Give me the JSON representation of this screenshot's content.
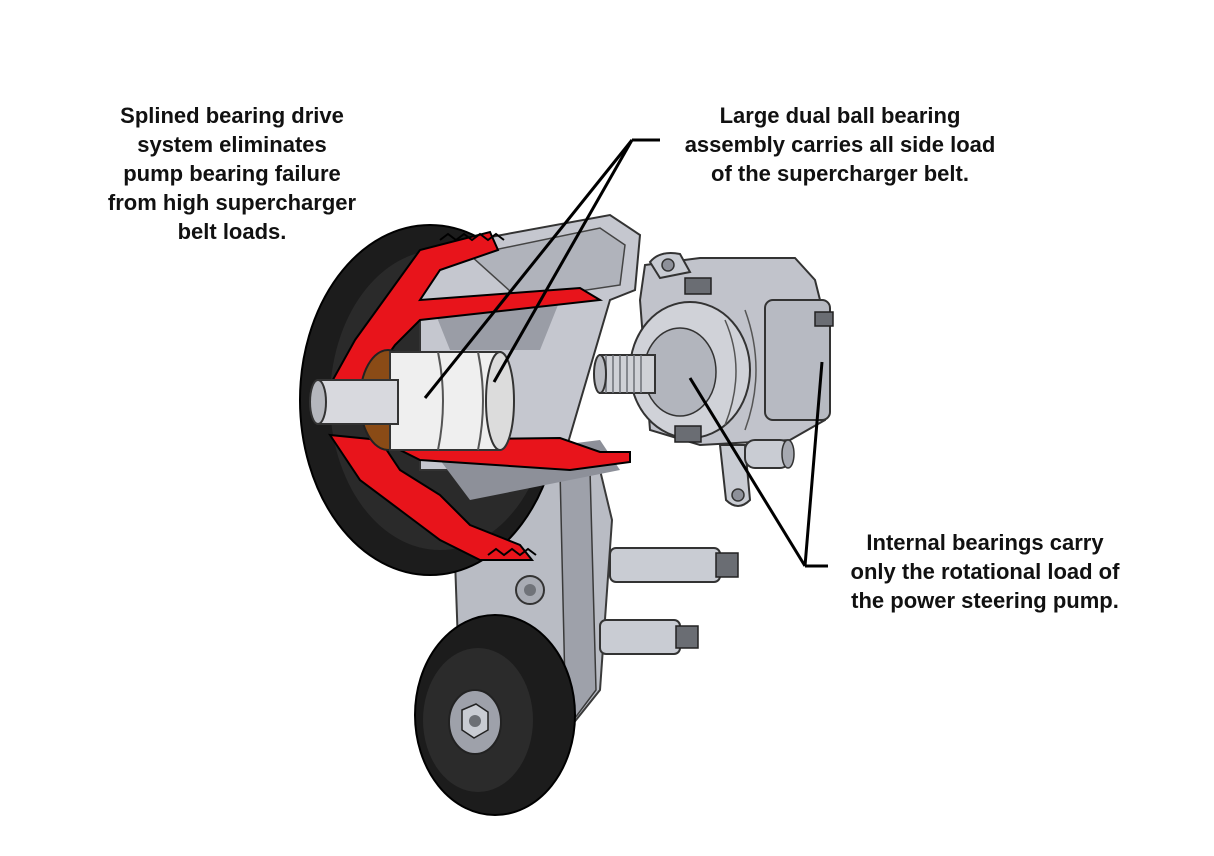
{
  "callouts": {
    "splined": {
      "lines": [
        "Splined bearing drive",
        "system eliminates",
        "pump bearing failure",
        "from high supercharger",
        "belt loads."
      ]
    },
    "dual_bearing": {
      "lines": [
        "Large dual ball bearing",
        "assembly carries all side load",
        "of the supercharger belt."
      ]
    },
    "internal": {
      "lines": [
        "Internal bearings carry",
        "only the rotational load of",
        "the power steering pump."
      ]
    }
  },
  "colors": {
    "cutaway_section": "#e8141b",
    "belt_black": "#1c1c1c",
    "housing_gray": "#c5c7cf",
    "housing_shadow": "#8d9099",
    "bearing_white": "#efefef",
    "bronze": "#8a4b16",
    "leader_line": "#000000"
  }
}
